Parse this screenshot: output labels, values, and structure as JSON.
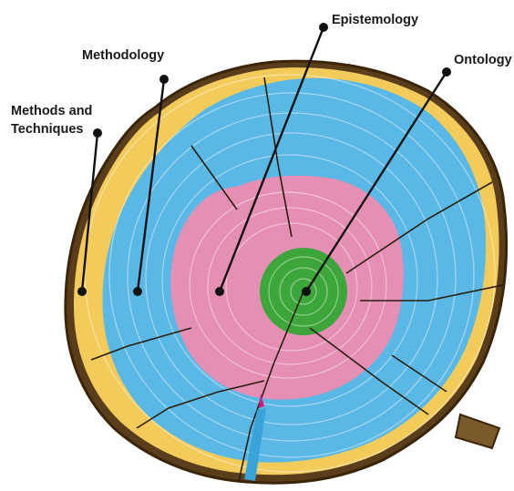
{
  "labels": {
    "epistemology": "Epistemology",
    "ontology": "Ontology",
    "methodology": "Methodology",
    "methods_line1": "Methods and",
    "methods_line2": "Techniques"
  },
  "colors": {
    "bark": "#5a3d1a",
    "methods_layer": "#f2cb5a",
    "methodology_layer": "#5ab8e6",
    "epistemology_layer": "#e68fb4",
    "ontology_core": "#3da63a",
    "pointer": "#111111",
    "background": "#ffffff"
  }
}
